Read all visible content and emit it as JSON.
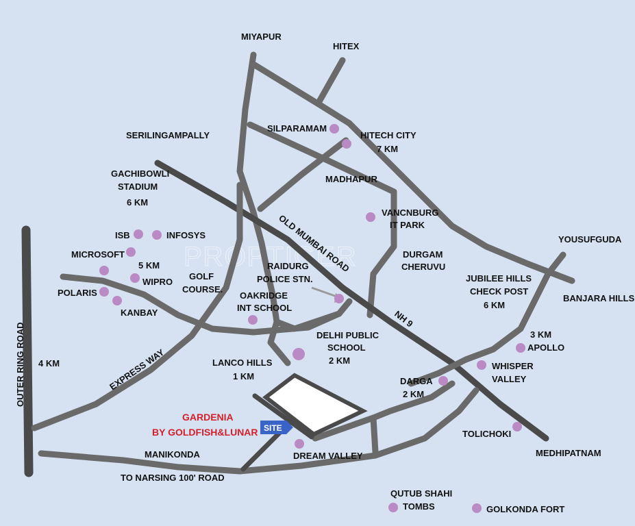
{
  "watermark": "PROPTIGER",
  "project": {
    "line1": "GARDENIA",
    "line2": "BY GOLDFISH&LUNAR",
    "site_badge": "SITE"
  },
  "colors": {
    "background": "#d6e2f2",
    "road": "#6a6a6a",
    "road_dark": "#4a4a4a",
    "poi_dot": "#b98ac3",
    "site_badge": "#3a63c8",
    "project_text": "#d4202a"
  },
  "places": {
    "miyapur": "MIYAPUR",
    "hitex": "HITEX",
    "serilingampally": "SERILINGAMPALLY",
    "silparamam": "SILPARAMAM",
    "hitech_city": "HITECH CITY",
    "hitech_city_dist": "7 KM",
    "gachibowli_1": "GACHIBOWLI",
    "gachibowli_2": "STADIUM",
    "gachibowli_dist": "6 KM",
    "madhapur": "MADHAPUR",
    "vancnburg_1": "VANCNBURG",
    "vancnburg_2": "IT PARK",
    "isb": "ISB",
    "infosys": "INFOSYS",
    "microsoft": "MICROSOFT",
    "old_mumbai_road": "OLD MUMBAI ROAD",
    "durgam_1": "DURGAM",
    "durgam_2": "CHERUVU",
    "yousufguda": "YOUSUFGUDA",
    "wipro_dist": "5 KM",
    "wipro": "WIPRO",
    "golf_1": "GOLF",
    "golf_2": "COURSE.",
    "raidurg_1": "RAIDURG",
    "raidurg_2": "POLICE STN.",
    "jubilee_1": "JUBILEE HILLS",
    "jubilee_2": "CHECK POST",
    "jubilee_dist": "6 KM",
    "banjara_hills": "BANJARA HILLS",
    "polaris": "POLARIS",
    "oakridge_1": "OAKRIDGE",
    "oakridge_2": "INT SCHOOL",
    "kanbay": "KANBAY",
    "nh9": "NH 9",
    "outer_ring_road": "OUTER RING ROAD",
    "orr_dist": "4 KM",
    "dps_1": "DELHI PUBLIC",
    "dps_2": "SCHOOL",
    "dps_dist": "2 KM",
    "apollo_dist": "3 KM",
    "apollo": "APOLLO",
    "express_way": "EXPRESS WAY",
    "lanco_1": "LANCO HILLS",
    "lanco_dist": "1 KM",
    "whisper_1": "WHISPER",
    "whisper_2": "VALLEY",
    "darga": "DARGA",
    "darga_dist": "2 KM",
    "tolichoki": "TOLICHOKI",
    "manikonda": "MANIKONDA",
    "dream_valley": "DREAM VALLEY",
    "medhipatnam": "MEDHIPATNAM",
    "narsing_road": "TO NARSING 100' ROAD",
    "qutub_1": "QUTUB SHAHI",
    "qutub_2": "TOMBS",
    "golkonda": "GOLKONDA FORT"
  }
}
